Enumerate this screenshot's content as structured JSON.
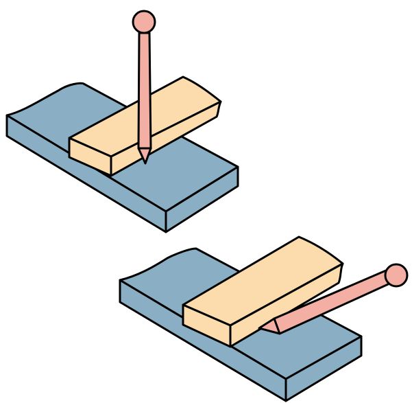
{
  "colors": {
    "plate_top": "#8AAFC4",
    "plate_front": "#8AAFC4",
    "plate_side": "#8AAFC4",
    "wood_top": "#FCDCAC",
    "wood_front": "#FCDCAC",
    "wood_side": "#FCDCAC",
    "pencil": "#F4AFA4",
    "pencil_ball": "#F4AFA4",
    "outline": "#000000",
    "background": "#FFFFFF"
  },
  "figures": [
    {
      "name": "pencil-held-vertical",
      "pencil_orientation": "vertical"
    },
    {
      "name": "pencil-held-angled",
      "pencil_orientation": "angled"
    }
  ]
}
